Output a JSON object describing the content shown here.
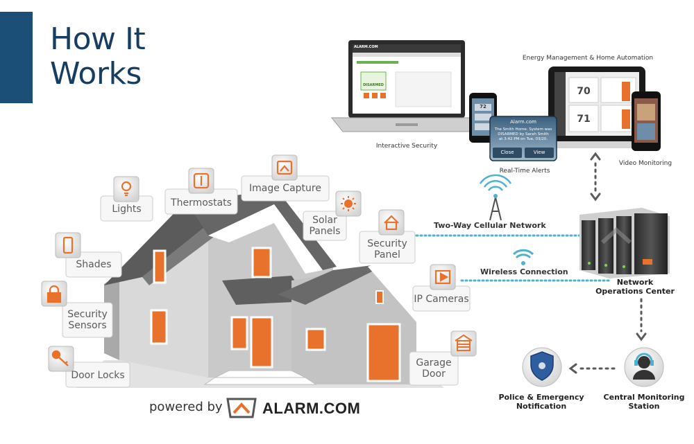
{
  "heading": {
    "line1": "How It",
    "line2": "Works"
  },
  "features": {
    "lights": "Lights",
    "thermostats": "Thermostats",
    "image_capture": "Image Capture",
    "solar_line1": "Solar",
    "solar_line2": "Panels",
    "security_panel_line1": "Security",
    "security_panel_line2": "Panel",
    "shades": "Shades",
    "security_sensors_line1": "Security",
    "security_sensors_line2": "Sensors",
    "ip_cameras": "IP Cameras",
    "door_locks": "Door Locks",
    "garage_line1": "Garage",
    "garage_line2": "Door"
  },
  "devices": {
    "energy": "Energy Management & Home Automation",
    "interactive": "Interactive Security",
    "alerts": "Real-Time Alerts",
    "video": "Video Monitoring",
    "alert_popup": {
      "header": "Alarm.com",
      "line1": "The Smith Home: System was",
      "line2": "DISARMED by Sarah Smith",
      "line3": "at 3:42 PM on Tue, 03/20.",
      "close": "Close",
      "view": "View"
    },
    "laptop_brand": "ALARM.COM",
    "laptop_status": "DISARMED",
    "tablet_temps": [
      "70",
      "71"
    ],
    "phone_temp": "72"
  },
  "network": {
    "cellular": "Two-Way Cellular Network",
    "wireless": "Wireless Connection",
    "noc_line1": "Network",
    "noc_line2": "Operations Center",
    "police_line1": "Police & Emergency",
    "police_line2": "Notification",
    "central_line1": "Central Monitoring",
    "central_line2": "Station"
  },
  "footer": {
    "powered": "powered by",
    "brand": "ALARM.COM"
  },
  "colors": {
    "accent_blue": "#1b4f78",
    "orange": "#e8722c",
    "teal": "#4fb0d0",
    "house_gray": "#c9c9c9",
    "roof_gray": "#5b5b5b"
  },
  "icons": [
    "bulb-icon",
    "thermostat-icon",
    "camera-capture-icon",
    "sun-icon",
    "home-icon",
    "phone-icon",
    "lock-icon",
    "play-icon",
    "key-icon",
    "garage-icon",
    "antenna-icon",
    "wifi-icon",
    "shield-icon",
    "operator-icon",
    "alarm-logo-icon"
  ]
}
